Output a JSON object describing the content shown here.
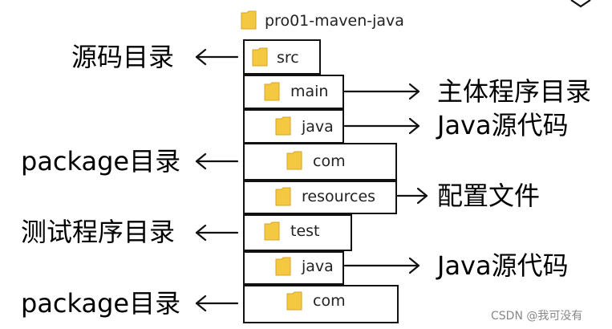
{
  "root": {
    "name": "pro01-maven-java"
  },
  "nodes": [
    {
      "id": "src",
      "label": "src"
    },
    {
      "id": "main",
      "label": "main"
    },
    {
      "id": "main-java",
      "label": "java"
    },
    {
      "id": "main-com",
      "label": "com"
    },
    {
      "id": "resources",
      "label": "resources"
    },
    {
      "id": "test",
      "label": "test"
    },
    {
      "id": "test-java",
      "label": "java"
    },
    {
      "id": "test-com",
      "label": "com"
    }
  ],
  "annotations": {
    "src": "源码目录",
    "main": "主体程序目录",
    "main_java": "Java源代码",
    "main_com": "package目录",
    "resources": "配置文件",
    "test": "测试程序目录",
    "test_java": "Java源代码",
    "test_com": "package目录"
  },
  "watermark": "CSDN @我可没有",
  "colors": {
    "folder_fill": "#f5c842",
    "folder_edge": "#d9a520",
    "line": "#111111"
  },
  "icons": {
    "folder": "folder-icon",
    "arrow": "arrow-icon"
  }
}
